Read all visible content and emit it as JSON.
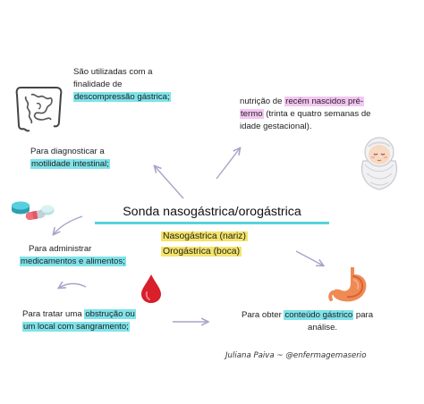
{
  "title": "Sonda nasogástrica/orogástrica",
  "types": {
    "naso": "Nasogástrica (nariz)",
    "oro": "Orogástrica (boca)"
  },
  "nodes": {
    "decompression": {
      "line1": "São utilizadas com a",
      "line2": "finalidade de",
      "highlight": "descompressão gástrica;"
    },
    "diagnose": {
      "line1": "Para diagnosticar a",
      "highlight": "motilidade intestinal;"
    },
    "nutrition": {
      "prefix": "nutrição de ",
      "highlight1": "recém nascidos pré-",
      "highlight2": "termo",
      "rest1": " (trinta e quatro semanas de",
      "rest2": "idade gestacional)."
    },
    "medication": {
      "line1": "Para administrar",
      "highlight": "medicamentos e alimentos;"
    },
    "obstruction": {
      "prefix": "Para tratar uma ",
      "highlight1": "obstrução ou",
      "highlight2": "um local com sangramento;"
    },
    "gastric": {
      "prefix": "Para obter ",
      "highlight": "conteúdo gástrico",
      "suffix": " para",
      "line2": "análise."
    }
  },
  "signature": "Juliana Paiva ~ @enfermagemaserio",
  "icons": [
    "intestine-icon",
    "baby-icon",
    "pills-icon",
    "blood-drop-icon",
    "stomach-icon"
  ],
  "colors": {
    "cyan": "#7fe3ea",
    "pink": "#f4c6f2",
    "yellow": "#f4e46a",
    "arrow": "#a9a3c9"
  }
}
